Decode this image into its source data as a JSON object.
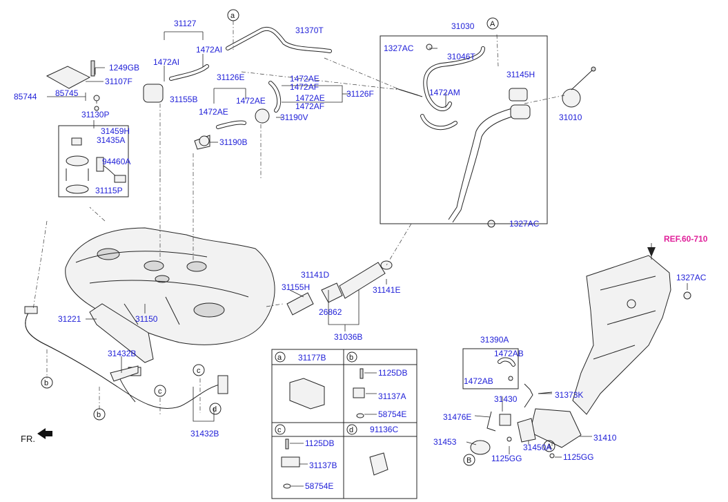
{
  "labels": {
    "p31127": "31127",
    "p1472AI_a": "1472AI",
    "p1472AI_b": "1472AI",
    "p31370T": "31370T",
    "p31030": "31030",
    "p1327AC_a": "1327AC",
    "p31046T": "31046T",
    "p31145H": "31145H",
    "p1472AM": "1472AM",
    "p31010": "31010",
    "p1327AC_b": "1327AC",
    "p1249GB": "1249GB",
    "p31107F": "31107F",
    "p85744": "85744",
    "p85745": "85745",
    "p31155B": "31155B",
    "p31126E": "31126E",
    "p1472AE_a": "1472AE",
    "p1472AF_a": "1472AF",
    "p1472AE_b": "1472AE",
    "p1472AF_b": "1472AF",
    "p31126F": "31126F",
    "p1472AE_c": "1472AE",
    "p1472AE_d": "1472AE",
    "p31190V": "31190V",
    "p31190B": "31190B",
    "p31130P": "31130P",
    "p31459H": "31459H",
    "p31435A": "31435A",
    "p94460A": "94460A",
    "p31115P": "31115P",
    "p31141D": "31141D",
    "p31155H": "31155H",
    "p31141E": "31141E",
    "p26862": "26862",
    "p31036B": "31036B",
    "p31221": "31221",
    "p31150": "31150",
    "p31432B_a": "31432B",
    "p31432B_b": "31432B",
    "ref": "REF.60-710",
    "p1327AC_c": "1327AC",
    "p31390A": "31390A",
    "p1472AB_a": "1472AB",
    "p1472AB_b": "1472AB",
    "p31373K": "31373K",
    "p31430": "31430",
    "p31476E": "31476E",
    "p31410": "31410",
    "p31453": "31453",
    "p1125GG_a": "1125GG",
    "p31450A": "31450A",
    "p1125GG_b": "1125GG",
    "fr": "FR."
  },
  "callouts": {
    "a_top": "a",
    "A_top": "A",
    "b_left": "b",
    "b_mid": "b",
    "c_mid": "c",
    "c_lower": "c",
    "d_lower": "d",
    "A_low": "A",
    "B_low": "B"
  },
  "detail_table": {
    "cells": [
      {
        "key": "a",
        "part": "31177B"
      },
      {
        "key": "b",
        "part": ""
      },
      {
        "key": "c",
        "part": ""
      },
      {
        "key": "d",
        "part": "91136C"
      }
    ],
    "b_parts": [
      "1125DB",
      "31137A",
      "58754E"
    ],
    "c_parts": [
      "1125DB",
      "31137B",
      "58754E"
    ]
  }
}
